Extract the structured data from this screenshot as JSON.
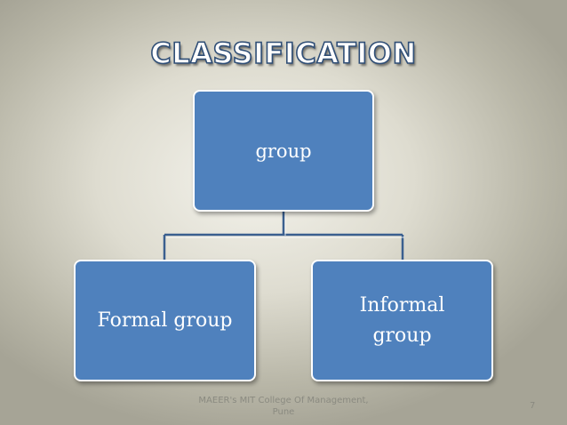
{
  "slide": {
    "title": "CLASSIFICATION",
    "footer": "MAEER's MIT College Of Management, Pune",
    "page_number": "7"
  },
  "diagram": {
    "root": {
      "label": "group"
    },
    "children": [
      {
        "label": "Formal group"
      },
      {
        "label": "Informal group"
      }
    ]
  },
  "colors": {
    "node_fill": "#4f81bd",
    "node_border": "#ffffff",
    "connector": "#3a5f8f",
    "title_outline": "#2f4e76"
  }
}
